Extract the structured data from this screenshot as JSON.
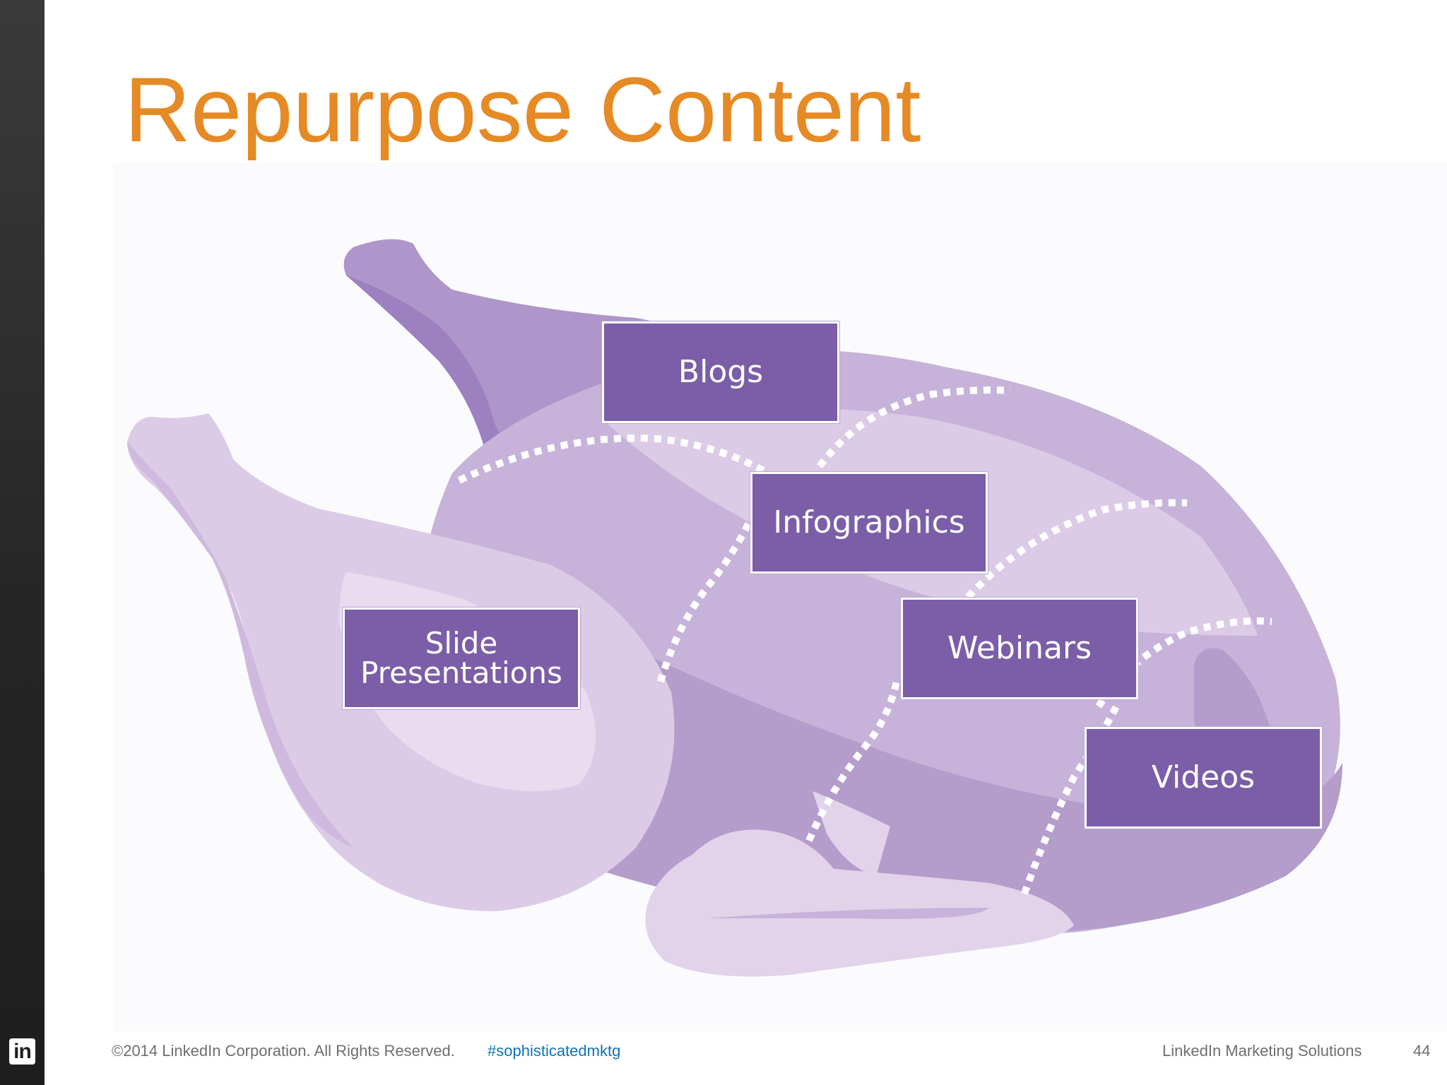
{
  "slide": {
    "title": "Repurpose Content",
    "logo_text": "in"
  },
  "diagram": {
    "type": "labeled illustration",
    "illustration": "turkey-illustration",
    "labels": [
      "Blogs",
      "Infographics",
      "Slide Presentations",
      "Webinars",
      "Videos"
    ]
  },
  "footer": {
    "copyright": "©2014 LinkedIn Corporation. All Rights Reserved.",
    "hashtag": "#sophisticatedmktg",
    "brand": "LinkedIn Marketing Solutions",
    "page_number": "44"
  },
  "colors": {
    "title": "#e68a25",
    "label_box": "#7b5ea7",
    "turkey_dark": "#a98fc6",
    "turkey_mid": "#c7b3d9",
    "turkey_light": "#e2d3ea",
    "left_bar": "#262626",
    "hashtag": "#0e73b5",
    "footer_text": "#6e6e6e"
  }
}
